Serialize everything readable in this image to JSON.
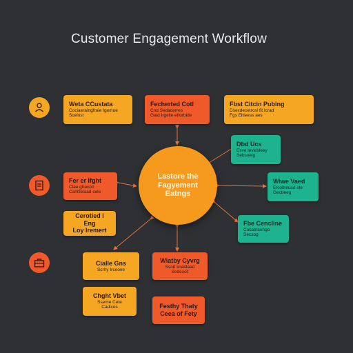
{
  "title": "Customer Engagement Workflow",
  "hub": {
    "line1": "Lastore the",
    "line2": "Fagyement",
    "line3": "Eatngs"
  },
  "left_top_box": {
    "heading": "Weta CCustata",
    "line1": "Cociaeraingfraie Igemoe",
    "line2": "Sceinsr"
  },
  "mid_top_box": {
    "heading": "Fecherted Cotl",
    "line1": "Cnd Sedacerres",
    "line2": "Gaid Irgelle eftorbide"
  },
  "right_top_box": {
    "heading": "Fbst Citcin Pubing",
    "line1": "Dsexdecetrosl fit Icrad",
    "line2": "Fgs Eltleess aes"
  },
  "teal_top": {
    "heading": "Dbd Ucs",
    "line1": "Esve levelsleey",
    "line2": "Sebsoeig"
  },
  "left_mid_box": {
    "heading": "Fer er Ifght",
    "line1": "Clae ghacoil",
    "line2": "Carliflelaad cele"
  },
  "teal_mid": {
    "heading": "Wiwe Vaed",
    "line1": "Etcoltreusd ste",
    "line2": "Gecbeeg"
  },
  "left_lower_box": {
    "line1": "Cerotied I Eng",
    "line2": "Loy Iremert"
  },
  "teal_lower": {
    "heading": "Fbe Cencline",
    "line1": "Cocatnsehgo",
    "line2": "Secsog"
  },
  "bottom_left_box": {
    "heading": "Cialle Gns",
    "line1": "Scrhy Irceone"
  },
  "bottom_mid_box": {
    "heading": "Wiatby Cyvrg",
    "line1": "Ssnit snaldaad",
    "line2": "Sedsocit"
  },
  "bottom_left2_box": {
    "heading": "Chght Vbet",
    "line1": "Sseme Cete",
    "line2": "Cadices"
  },
  "bottom_mid2_box": {
    "line1": "Festhy Thaty",
    "line2": "Ceea of Fety"
  },
  "icons": [
    "person-icon",
    "document-icon",
    "briefcase-icon"
  ],
  "colors": {
    "background": "#2e3033",
    "orange": "#f5a623",
    "red": "#f05a2a",
    "teal": "#1eb38f",
    "hub": "#f59a1c",
    "arrow": "#e8713a"
  }
}
